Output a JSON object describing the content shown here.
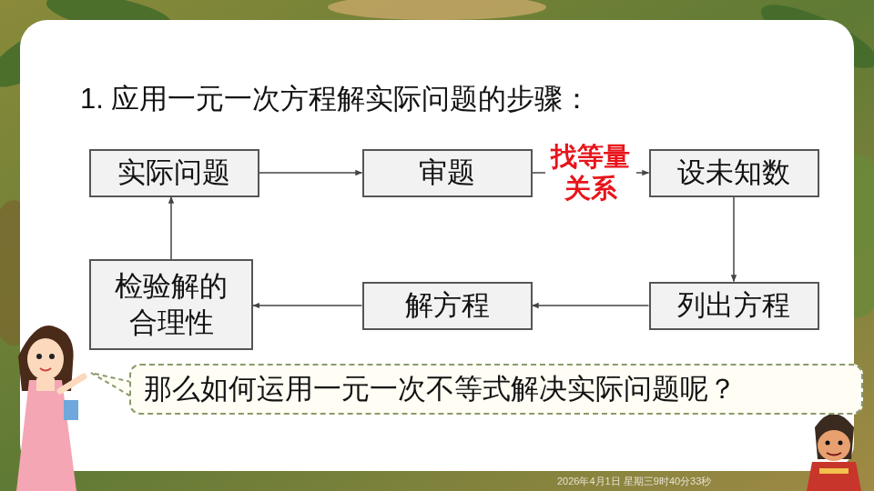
{
  "diagram": {
    "title": "1. 应用一元一次方程解实际问题的步骤：",
    "nodes": [
      {
        "text": [
          "实际问题"
        ]
      },
      {
        "text": [
          "审题"
        ]
      },
      {
        "text": [
          "设未知数"
        ]
      },
      {
        "text": [
          "检验解的 合理性"
        ]
      },
      {
        "text": [
          "解方程"
        ]
      },
      {
        "text": [
          "列出方程"
        ]
      },
      {
        "text": [
          "那么如何运用一元一次不等式解决实际问题呢？"
        ]
      }
    ],
    "edges": [
      {
        "from": 0,
        "to": 1,
        "arrow": "to"
      },
      {
        "from": 1,
        "to": 2,
        "arrow": "to",
        "label": "找等量 关系"
      },
      {
        "from": 2,
        "to": 5,
        "arrow": "to"
      },
      {
        "from": 5,
        "to": 4,
        "arrow": "to"
      },
      {
        "from": 4,
        "to": 3,
        "arrow": "to"
      },
      {
        "from": 3,
        "to": 0,
        "arrow": "to"
      }
    ],
    "labels": [
      "2026年4月1日 星期三9时40分33秒"
    ]
  }
}
